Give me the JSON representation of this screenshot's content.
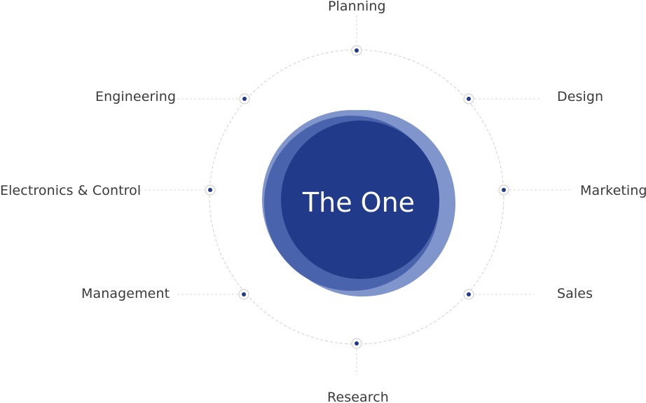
{
  "center": {
    "title": "The One"
  },
  "nodes": [
    {
      "id": "planning",
      "label": "Planning"
    },
    {
      "id": "design",
      "label": "Design"
    },
    {
      "id": "marketing",
      "label": "Marketing"
    },
    {
      "id": "sales",
      "label": "Sales"
    },
    {
      "id": "research",
      "label": "Research"
    },
    {
      "id": "management",
      "label": "Management"
    },
    {
      "id": "electronics",
      "label": "Electronics & Control"
    },
    {
      "id": "engineering",
      "label": "Engineering"
    }
  ],
  "colors": {
    "circle_light": "#7f95cc",
    "circle_mid": "#4a63ad",
    "circle_dark": "#223a8a",
    "dot": "#1f3a8a",
    "dashed_line": "#d0d0d0",
    "label_text": "#3a3a3a",
    "center_text": "#ffffff"
  }
}
